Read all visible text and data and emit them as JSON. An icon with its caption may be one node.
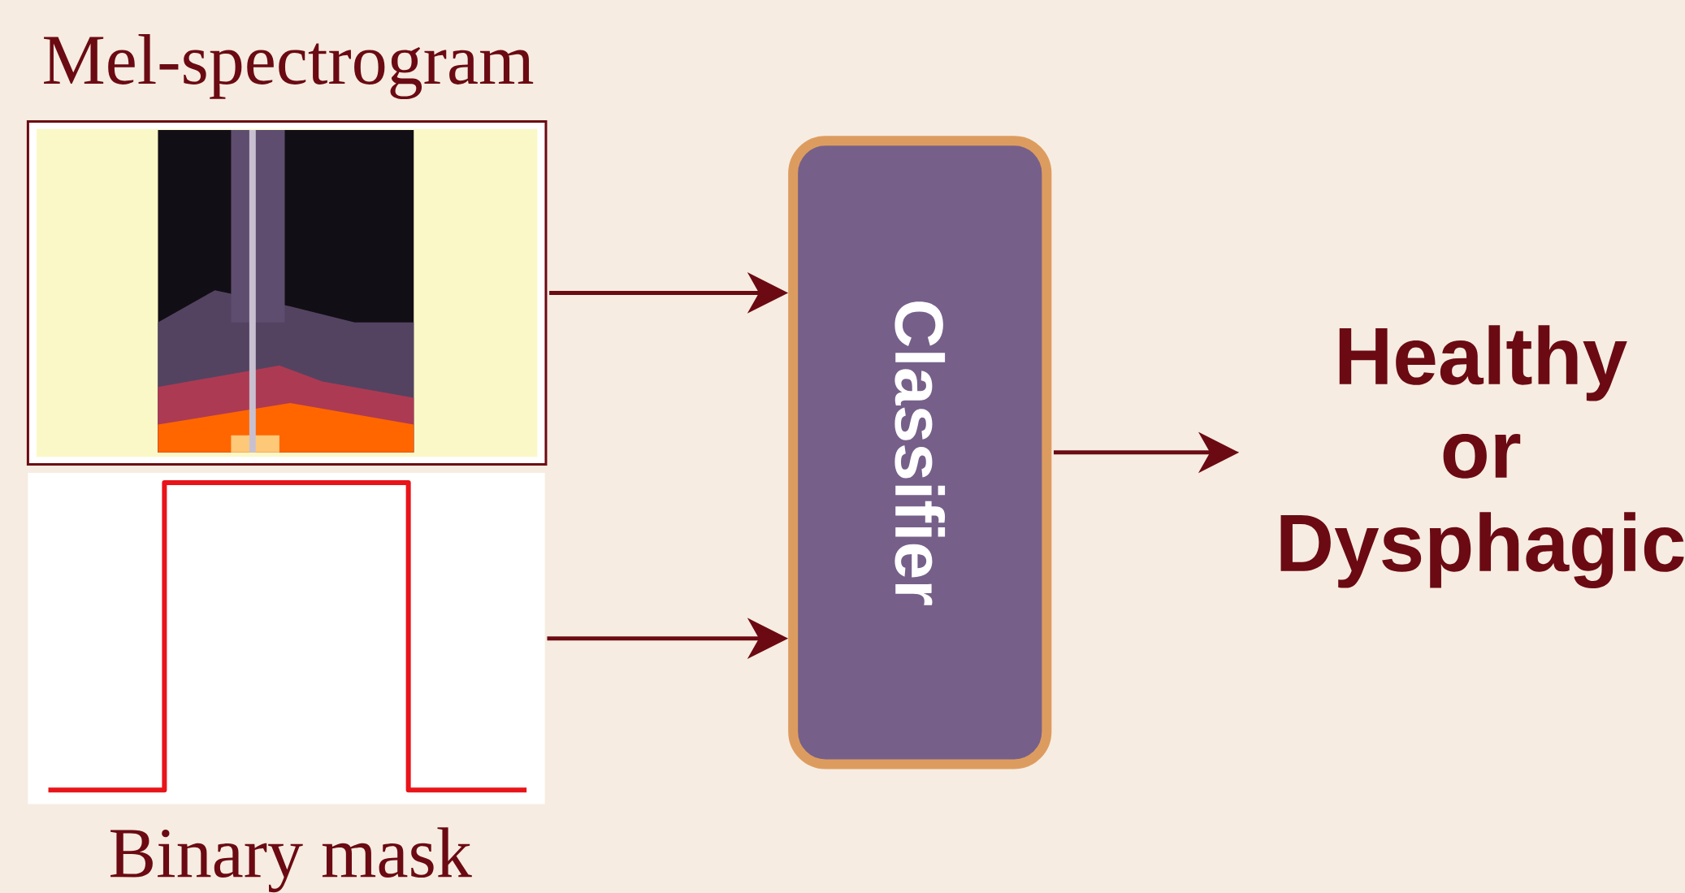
{
  "diagram": {
    "nodes": [
      {
        "text": [
          "Mel-spectrogram"
        ]
      },
      {
        "text": [
          "Binary mask"
        ]
      },
      {
        "text": [
          "Classifier"
        ]
      },
      {
        "text": [
          "Healthy or Dysphagic"
        ]
      }
    ],
    "edges": [
      {
        "from": 0,
        "to": 2,
        "arrow": "to"
      },
      {
        "from": 1,
        "to": 2,
        "arrow": "to"
      },
      {
        "from": 2,
        "to": 3,
        "arrow": "to"
      }
    ]
  }
}
